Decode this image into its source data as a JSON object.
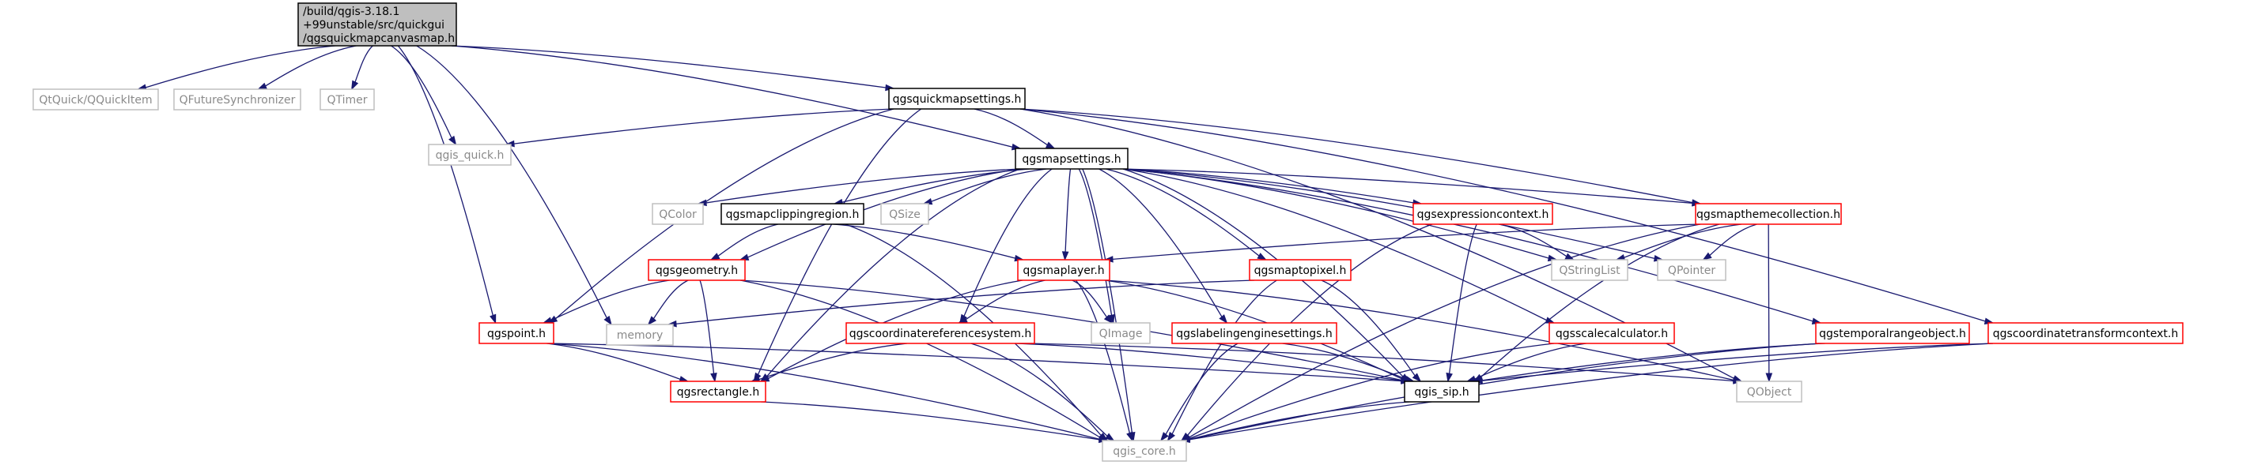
{
  "nodes": [
    {
      "id": "root",
      "kind": "root",
      "label_lines": [
        "/build/qgis-3.18.1",
        "+99unstable/src/quickgui",
        "/qgsquickmapcanvasmap.h"
      ]
    },
    {
      "id": "qquickitem",
      "kind": "grey",
      "label_lines": [
        "QtQuick/QQuickItem"
      ]
    },
    {
      "id": "qfuturesynchronizer",
      "kind": "grey",
      "label_lines": [
        "QFutureSynchronizer"
      ]
    },
    {
      "id": "qtimer",
      "kind": "grey",
      "label_lines": [
        "QTimer"
      ]
    },
    {
      "id": "qgis_quick",
      "kind": "grey",
      "label_lines": [
        "qgis_quick.h"
      ]
    },
    {
      "id": "qgsquickmapsettings",
      "kind": "doc",
      "label_lines": [
        "qgsquickmapsettings.h"
      ]
    },
    {
      "id": "qgsmapsettings",
      "kind": "doc",
      "label_lines": [
        "qgsmapsettings.h"
      ]
    },
    {
      "id": "qcolor",
      "kind": "grey",
      "label_lines": [
        "QColor"
      ]
    },
    {
      "id": "qgsmapclippingregion",
      "kind": "doc",
      "label_lines": [
        "qgsmapclippingregion.h"
      ]
    },
    {
      "id": "qsize",
      "kind": "grey",
      "label_lines": [
        "QSize"
      ]
    },
    {
      "id": "qgsexpressioncontext",
      "kind": "red",
      "label_lines": [
        "qgsexpressioncontext.h"
      ]
    },
    {
      "id": "qgsmapthemecollection",
      "kind": "red",
      "label_lines": [
        "qgsmapthemecollection.h"
      ]
    },
    {
      "id": "qgsgeometry",
      "kind": "red",
      "label_lines": [
        "qgsgeometry.h"
      ]
    },
    {
      "id": "qgsmaplayer",
      "kind": "red",
      "label_lines": [
        "qgsmaplayer.h"
      ]
    },
    {
      "id": "qgsmaptopixel",
      "kind": "red",
      "label_lines": [
        "qgsmaptopixel.h"
      ]
    },
    {
      "id": "qstringlist",
      "kind": "grey",
      "label_lines": [
        "QStringList"
      ]
    },
    {
      "id": "qpointer",
      "kind": "grey",
      "label_lines": [
        "QPointer"
      ]
    },
    {
      "id": "memory",
      "kind": "grey",
      "label_lines": [
        "memory"
      ]
    },
    {
      "id": "qgspoint",
      "kind": "red",
      "label_lines": [
        "qgspoint.h"
      ]
    },
    {
      "id": "qgscoordinatereferencesystem",
      "kind": "red",
      "label_lines": [
        "qgscoordinatereferencesystem.h"
      ]
    },
    {
      "id": "qimage",
      "kind": "grey",
      "label_lines": [
        "QImage"
      ]
    },
    {
      "id": "qgslabelingenginesettings",
      "kind": "red",
      "label_lines": [
        "qgslabelingenginesettings.h"
      ]
    },
    {
      "id": "qgsscalecalculator",
      "kind": "red",
      "label_lines": [
        "qgsscalecalculator.h"
      ]
    },
    {
      "id": "qgstemporalrangeobject",
      "kind": "red",
      "label_lines": [
        "qgstemporalrangeobject.h"
      ]
    },
    {
      "id": "qgscoordinatetransformcontext",
      "kind": "red",
      "label_lines": [
        "qgscoordinatetransformcontext.h"
      ]
    },
    {
      "id": "qgsrectangle",
      "kind": "red",
      "label_lines": [
        "qgsrectangle.h"
      ]
    },
    {
      "id": "qgis_sip",
      "kind": "doc",
      "label_lines": [
        "qgis_sip.h"
      ]
    },
    {
      "id": "qobject",
      "kind": "grey",
      "label_lines": [
        "QObject"
      ]
    },
    {
      "id": "qgis_core",
      "kind": "grey",
      "label_lines": [
        "qgis_core.h"
      ]
    }
  ],
  "edges": [
    [
      "root",
      "memory"
    ],
    [
      "root",
      "qquickitem"
    ],
    [
      "root",
      "qfuturesynchronizer"
    ],
    [
      "root",
      "qtimer"
    ],
    [
      "root",
      "qgis_quick"
    ],
    [
      "root",
      "qgspoint"
    ],
    [
      "root",
      "qgsquickmapsettings"
    ],
    [
      "root",
      "qgsmapsettings"
    ],
    [
      "qgsquickmapsettings",
      "qgis_quick"
    ],
    [
      "qgsquickmapsettings",
      "qgsmapsettings"
    ],
    [
      "qgsquickmapsettings",
      "qgspoint"
    ],
    [
      "qgsquickmapsettings",
      "qgsrectangle"
    ],
    [
      "qgsquickmapsettings",
      "qgsmapthemecollection"
    ],
    [
      "qgsquickmapsettings",
      "qgscoordinatetransformcontext"
    ],
    [
      "qgsquickmapsettings",
      "qobject"
    ],
    [
      "qgsmapsettings",
      "qcolor"
    ],
    [
      "qgsmapsettings",
      "qgsmapclippingregion"
    ],
    [
      "qgsmapsettings",
      "qsize"
    ],
    [
      "qgsmapsettings",
      "qgsgeometry"
    ],
    [
      "qgsmapsettings",
      "qgsmaplayer"
    ],
    [
      "qgsmapsettings",
      "qimage"
    ],
    [
      "qgsmapsettings",
      "qgscoordinatereferencesystem"
    ],
    [
      "qgsmapsettings",
      "qgsrectangle"
    ],
    [
      "qgsmapsettings",
      "qgslabelingenginesettings"
    ],
    [
      "qgsmapsettings",
      "qgsmaptopixel"
    ],
    [
      "qgsmapsettings",
      "qgsexpressioncontext"
    ],
    [
      "qgsmapsettings",
      "qstringlist"
    ],
    [
      "qgsmapsettings",
      "qgsscalecalculator"
    ],
    [
      "qgsmapsettings",
      "qgsmapthemecollection"
    ],
    [
      "qgsmapsettings",
      "qpointer"
    ],
    [
      "qgsmapsettings",
      "qgstemporalrangeobject"
    ],
    [
      "qgsmapsettings",
      "qgis_sip"
    ],
    [
      "qgsmapsettings",
      "qgis_core"
    ],
    [
      "qgsmapclippingregion",
      "qgsgeometry"
    ],
    [
      "qgsmapclippingregion",
      "qgsmaplayer"
    ],
    [
      "qgsmapclippingregion",
      "qgis_core"
    ],
    [
      "qgsgeometry",
      "memory"
    ],
    [
      "qgsgeometry",
      "qgspoint"
    ],
    [
      "qgsgeometry",
      "qgsrectangle"
    ],
    [
      "qgsgeometry",
      "qgis_sip"
    ],
    [
      "qgsgeometry",
      "qgis_core"
    ],
    [
      "qgspoint",
      "qgsrectangle"
    ],
    [
      "qgspoint",
      "qgis_sip"
    ],
    [
      "qgspoint",
      "qgis_core"
    ],
    [
      "qgsmaplayer",
      "qgscoordinatereferencesystem"
    ],
    [
      "qgsmaplayer",
      "qimage"
    ],
    [
      "qgsmaplayer",
      "qgsrectangle"
    ],
    [
      "qgsmaplayer",
      "qgis_sip"
    ],
    [
      "qgsmaplayer",
      "qgis_core"
    ],
    [
      "qgsmaplayer",
      "qobject"
    ],
    [
      "qgscoordinatereferencesystem",
      "qgsrectangle"
    ],
    [
      "qgscoordinatereferencesystem",
      "qgis_sip"
    ],
    [
      "qgscoordinatereferencesystem",
      "qgis_core"
    ],
    [
      "qgscoordinatereferencesystem",
      "qobject"
    ],
    [
      "qgsrectangle",
      "qgis_core"
    ],
    [
      "qgsmaptopixel",
      "memory"
    ],
    [
      "qgsmaptopixel",
      "qgis_sip"
    ],
    [
      "qgsmaptopixel",
      "qgis_core"
    ],
    [
      "qgslabelingenginesettings",
      "qgis_sip"
    ],
    [
      "qgslabelingenginesettings",
      "qgis_core"
    ],
    [
      "qgsexpressioncontext",
      "qstringlist"
    ],
    [
      "qgsexpressioncontext",
      "qgis_sip"
    ],
    [
      "qgsexpressioncontext",
      "qgis_core"
    ],
    [
      "qgsscalecalculator",
      "qgis_sip"
    ],
    [
      "qgsscalecalculator",
      "qgis_core"
    ],
    [
      "qgsmapthemecollection",
      "qgsmaplayer"
    ],
    [
      "qgsmapthemecollection",
      "qstringlist"
    ],
    [
      "qgsmapthemecollection",
      "qpointer"
    ],
    [
      "qgsmapthemecollection",
      "qobject"
    ],
    [
      "qgsmapthemecollection",
      "qgis_sip"
    ],
    [
      "qgsmapthemecollection",
      "qgis_core"
    ],
    [
      "qgstemporalrangeobject",
      "qgis_sip"
    ],
    [
      "qgstemporalrangeobject",
      "qgis_core"
    ],
    [
      "qgscoordinatetransformcontext",
      "qgis_sip"
    ],
    [
      "qgscoordinatetransformcontext",
      "qgis_core"
    ],
    [
      "qgis_sip",
      "qgis_core"
    ]
  ]
}
